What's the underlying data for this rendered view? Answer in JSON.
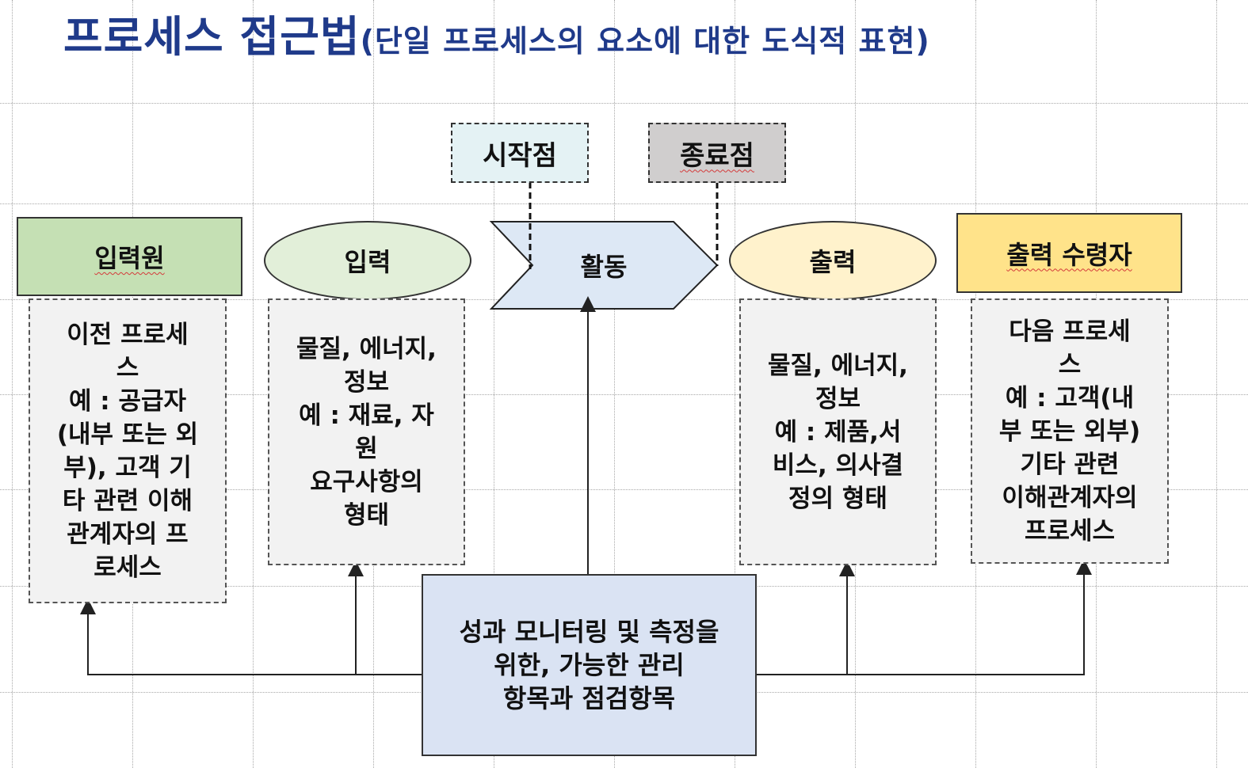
{
  "title": {
    "main": "프로세스 접근법",
    "sub": "(단일 프로세스의 요소에 대한 도식적 표현)"
  },
  "markers": {
    "start": "시작점",
    "end": "종료점"
  },
  "elements": {
    "input_source": "입력원",
    "input": "입력",
    "activity": "활동",
    "output": "출력",
    "output_receiver": "출력 수령자"
  },
  "details": {
    "input_source": "이전 프로세\n스\n예 : 공급자\n(내부 또는 외\n부), 고객 기\n타 관련 이해\n관계자의 프\n로세스",
    "input": "물질, 에너지,\n정보\n예 : 재료, 자\n원\n요구사항의\n형태",
    "output": "물질, 에너지,\n정보\n예 : 제품,서\n비스, 의사결\n정의 형태",
    "output_receiver": "다음 프로세\n스\n예 : 고객(내\n부 또는 외부)\n기타 관련\n이해관계자의\n프로세스"
  },
  "control": "성과 모니터링 및 측정을\n위한, 가능한 관리\n항목과 점검항목",
  "colors": {
    "title": "#1f3a8a",
    "input_source": "#c5e0b4",
    "input": "#e2efd9",
    "activity": "#dde8f5",
    "output": "#fff2cc",
    "output_receiver": "#ffe38a",
    "start": "#e4f2f4",
    "end": "#d0cece",
    "control": "#dae3f3"
  }
}
